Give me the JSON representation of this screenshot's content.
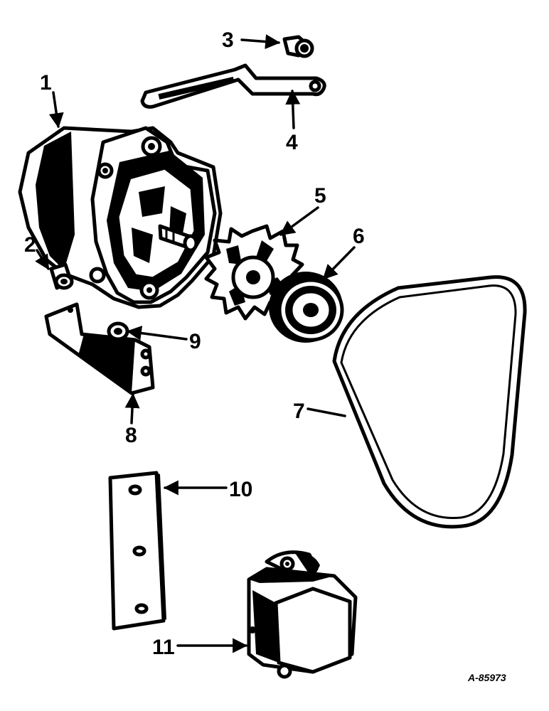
{
  "callouts": [
    {
      "id": "1",
      "label": "1"
    },
    {
      "id": "2",
      "label": "2"
    },
    {
      "id": "3",
      "label": "3"
    },
    {
      "id": "4",
      "label": "4"
    },
    {
      "id": "5",
      "label": "5"
    },
    {
      "id": "6",
      "label": "6"
    },
    {
      "id": "7",
      "label": "7"
    },
    {
      "id": "8",
      "label": "8"
    },
    {
      "id": "9",
      "label": "9"
    },
    {
      "id": "10",
      "label": "10"
    },
    {
      "id": "11",
      "label": "11"
    }
  ],
  "reference_code": "A-85973",
  "colors": {
    "ink": "#000000",
    "background": "#ffffff"
  }
}
